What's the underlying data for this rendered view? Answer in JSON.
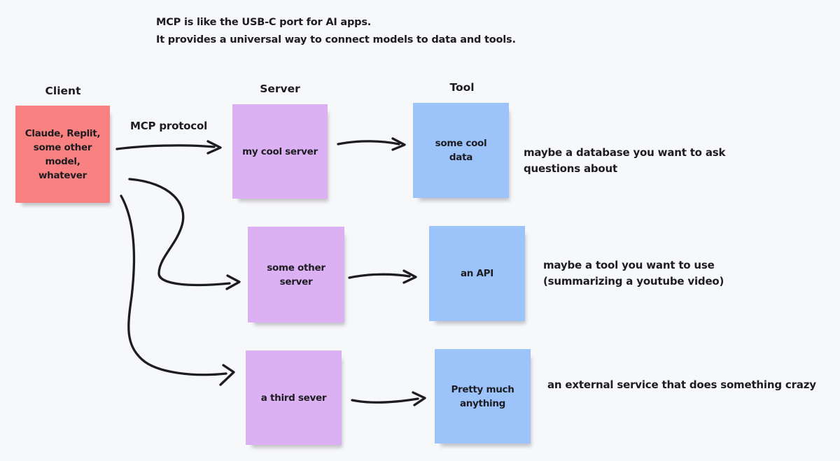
{
  "colors": {
    "background": "#F7F8FA",
    "ink": "#1D1D21",
    "client_fill": "#F98181",
    "server_fill": "#DCB1F3",
    "tool_fill": "#9CC4FB"
  },
  "title": "MCP is like the USB-C port for AI apps.\nIt provides a universal way to connect models to data and tools.",
  "labels": {
    "client": "Client",
    "server": "Server",
    "tool": "Tool",
    "protocol": "MCP protocol"
  },
  "client": {
    "text": "Claude, Replit,\nsome other\nmodel,\nwhatever"
  },
  "rows": [
    {
      "server": "my cool server",
      "tool": "some cool\ndata",
      "note": "maybe a database you want to ask\nquestions about"
    },
    {
      "server": "some other\nserver",
      "tool": "an API",
      "note": "maybe a tool you want to use\n(summarizing a youtube video)"
    },
    {
      "server": "a third sever",
      "tool": "Pretty much\nanything",
      "note": "an external service that does something crazy"
    }
  ]
}
